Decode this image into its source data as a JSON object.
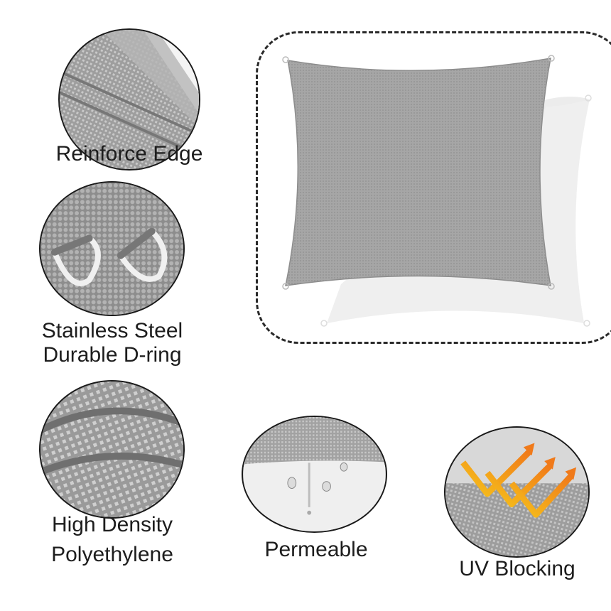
{
  "features": [
    {
      "id": "reinforce-edge",
      "lines": [
        "Reinforce Edge"
      ]
    },
    {
      "id": "d-ring",
      "lines": [
        "Stainless Steel",
        "Durable D-ring"
      ]
    },
    {
      "id": "hdpe",
      "lines": [
        "High Density",
        "Polyethylene"
      ]
    },
    {
      "id": "permeable",
      "lines": [
        "Permeable"
      ]
    },
    {
      "id": "uv-blocking",
      "lines": [
        "UV Blocking"
      ]
    }
  ],
  "colors": {
    "sail": "#a3a3a3",
    "shadow": "#ececec",
    "frame": "#2a2a2a",
    "arrow_orange": "#f07a1a",
    "arrow_yellow": "#f6c21b"
  }
}
